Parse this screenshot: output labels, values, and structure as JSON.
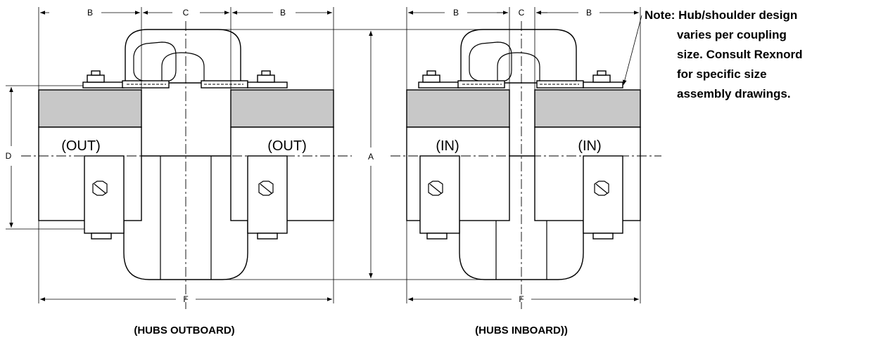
{
  "dimensions": {
    "B": "B",
    "C": "C",
    "D": "D",
    "A": "A",
    "F": "F"
  },
  "tags": {
    "out": "(OUT)",
    "in": "(IN)"
  },
  "captions": {
    "outboard": "(HUBS OUTBOARD)",
    "inboard": "(HUBS INBOARD))"
  },
  "note": {
    "lines": [
      "Note: Hub/shoulder design",
      "varies per coupling",
      "size. Consult Rexnord",
      "for specific size",
      "assembly drawings."
    ]
  }
}
